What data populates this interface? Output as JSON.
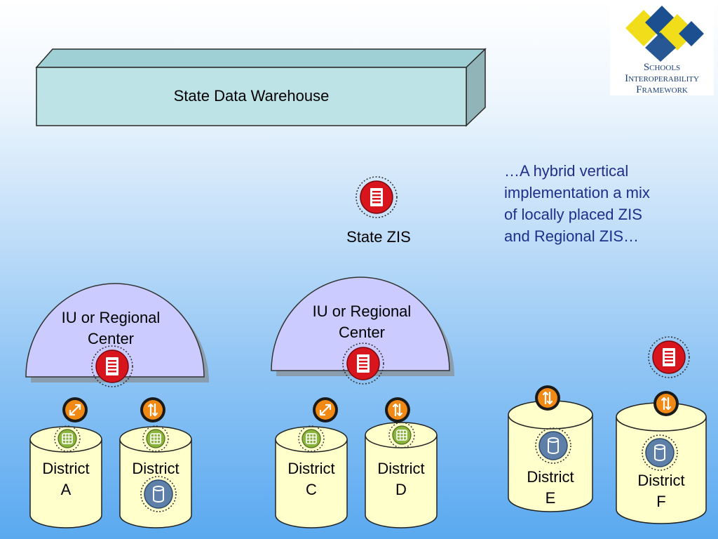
{
  "warehouse": {
    "label": "State Data Warehouse"
  },
  "logo": {
    "line1": "Schools",
    "line2": "Interoperability",
    "line3": "Framework"
  },
  "state_zis": {
    "label": "State ZIS"
  },
  "caption": {
    "line1": "…A hybrid vertical",
    "line2": "implementation a mix",
    "line3": "of locally placed ZIS",
    "line4": "and Regional ZIS…"
  },
  "regions": [
    {
      "line1": "IU or Regional",
      "line2": "Center"
    },
    {
      "line1": "IU or Regional",
      "line2": "Center"
    }
  ],
  "districts": [
    {
      "line1": "District",
      "line2": "A"
    },
    {
      "line1": "District",
      "line2": ""
    },
    {
      "line1": "District",
      "line2": "C"
    },
    {
      "line1": "District",
      "line2": "D"
    },
    {
      "line1": "District",
      "line2": "E"
    },
    {
      "line1": "District",
      "line2": "F"
    }
  ],
  "colors": {
    "warehouse_fill": "#bde3e6",
    "region_fill": "#cccbff",
    "cylinder_fill": "#ffffcc",
    "zis_red": "#d8141c",
    "agent_orange": "#f08a14",
    "grid_green": "#8ab43c",
    "db_blue": "#5e80a8",
    "logo_yellow": "#f2dd1b",
    "logo_blue": "#1b4f8f"
  }
}
